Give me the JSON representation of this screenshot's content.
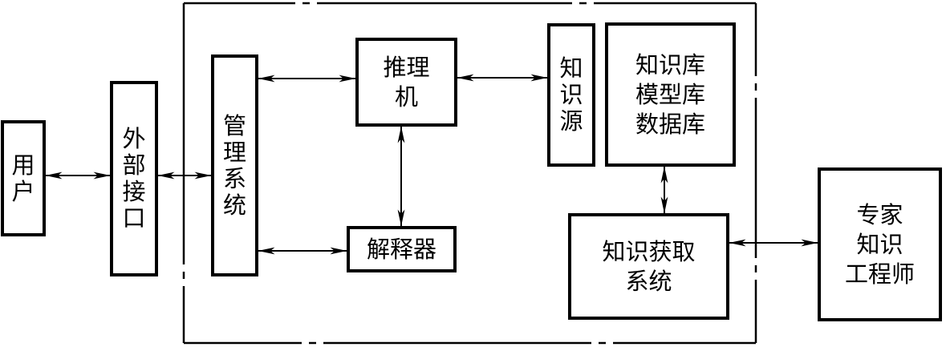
{
  "diagram": {
    "type": "block-diagram",
    "colors": {
      "line": "#000000",
      "background": "#ffffff",
      "text": "#000000"
    },
    "nodes": {
      "user": {
        "label": "用\n户"
      },
      "external_interface": {
        "label": "外\n部\n接\n口"
      },
      "management_system": {
        "label": "管\n理\n系\n统"
      },
      "inference_engine": {
        "label": "推理\n机"
      },
      "knowledge_source": {
        "label": "知\n识\n源"
      },
      "knowledge_base": {
        "label": "知识库\n模型库\n数据库"
      },
      "interpreter": {
        "label": "解释器"
      },
      "knowledge_acquisition": {
        "label": "知识获取\n系统"
      },
      "expert": {
        "label": "专家\n知识\n工程师"
      }
    },
    "edges": [
      {
        "from": "user",
        "to": "external_interface",
        "direction": "bidirectional"
      },
      {
        "from": "external_interface",
        "to": "management_system",
        "direction": "bidirectional"
      },
      {
        "from": "management_system",
        "to": "inference_engine",
        "direction": "bidirectional"
      },
      {
        "from": "inference_engine",
        "to": "knowledge_source",
        "direction": "bidirectional"
      },
      {
        "from": "inference_engine",
        "to": "interpreter",
        "direction": "bidirectional"
      },
      {
        "from": "management_system",
        "to": "interpreter",
        "direction": "bidirectional"
      },
      {
        "from": "knowledge_base",
        "to": "knowledge_acquisition",
        "direction": "bidirectional"
      },
      {
        "from": "knowledge_acquisition",
        "to": "expert",
        "direction": "bidirectional"
      }
    ],
    "boundary": {
      "style": "dash-dot chain line",
      "encloses": "expert system internals"
    }
  }
}
